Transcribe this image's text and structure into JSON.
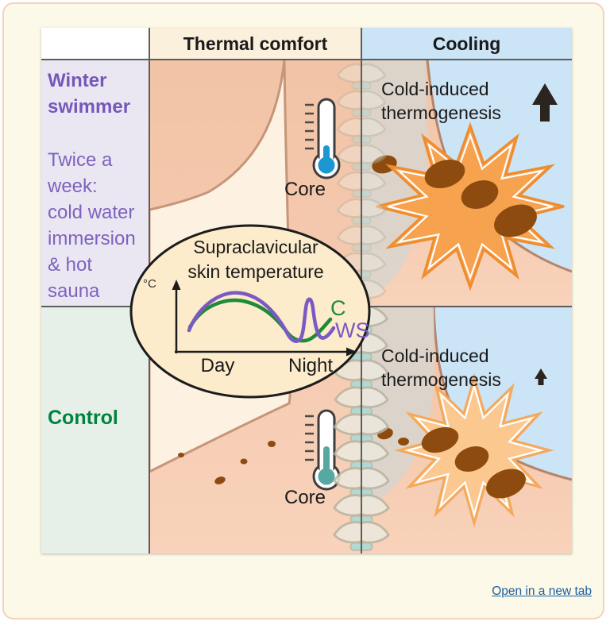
{
  "page": {
    "open_in_new_tab_label": "Open in a new tab"
  },
  "figure": {
    "name": "graphical-abstract-winter-swimming-thermogenesis",
    "columns": {
      "thermal_header": "Thermal comfort",
      "cooling_header": "Cooling"
    },
    "rows": [
      {
        "id": "winter-swimmer",
        "label": "Winter\nswimmer",
        "description": "Twice a\nweek:\ncold water\nimmersion\n& hot\nsauna",
        "thermal_comfort": {
          "core_label": "Core",
          "thermometer_icon": "thermometer-low-blue"
        },
        "cooling": {
          "caption": "Cold-induced\nthermogenesis",
          "arrow_icon": "large-up-arrow",
          "bat_activity": "high"
        }
      },
      {
        "id": "control",
        "label": "Control",
        "description": "",
        "thermal_comfort": {
          "core_label": "Core",
          "thermometer_icon": "thermometer-mid-teal"
        },
        "cooling": {
          "caption": "Cold-induced\nthermogenesis",
          "arrow_icon": "small-up-arrow",
          "bat_activity": "moderate"
        }
      }
    ],
    "inset": {
      "title": "Supraclavicular\nskin temperature",
      "y_axis_label": "°C",
      "x_tick_day": "Day",
      "x_tick_night": "Night",
      "legend_c": "C",
      "legend_ws": "WS"
    }
  },
  "chart_data": {
    "type": "line",
    "title": "Supraclavicular skin temperature",
    "ylabel": "°C",
    "xlabel": "",
    "x_tick_labels": [
      "Day",
      "Night"
    ],
    "x": [
      0,
      1,
      2,
      3,
      4,
      5,
      6,
      6.6,
      7,
      7.4,
      8,
      9
    ],
    "series": [
      {
        "name": "C",
        "color": "#1f8a38",
        "values": [
          0.45,
          0.62,
          0.68,
          0.64,
          0.52,
          0.32,
          0.18,
          0.15,
          0.15,
          0.16,
          0.22,
          0.38
        ]
      },
      {
        "name": "WS",
        "color": "#7b59c3",
        "values": [
          0.42,
          0.7,
          0.78,
          0.72,
          0.5,
          0.22,
          0.1,
          0.08,
          0.72,
          0.1,
          0.14,
          0.3
        ]
      }
    ],
    "legend_position": "right",
    "grid": false,
    "axis_ranges": {
      "x": "Day to Night (qualitative)",
      "y": "unlabeled (qualitative °C)"
    }
  },
  "colors": {
    "page_background": "#fdf9e8",
    "page_border": "#f4d2bc",
    "header_thermal_bg": "#fbf0dc",
    "header_cooling_bg": "#cbe4f6",
    "winter_swimmer_bg": "#eae7f3",
    "control_bg": "#e7efe9",
    "winter_swimmer_text": "#7558b8",
    "control_text": "#00833f",
    "link_blue": "#19609f",
    "skin": "#f5cab0",
    "bat_active_starburst": "#f6a24e",
    "bat_mild_starburst": "#fbc88f",
    "bat_brown": "#8d4b10",
    "thermometer_winter": "#1e96d2",
    "thermometer_control": "#56a8a1",
    "curve_c_green": "#1f8a38",
    "curve_ws_purple": "#7b59c3"
  }
}
